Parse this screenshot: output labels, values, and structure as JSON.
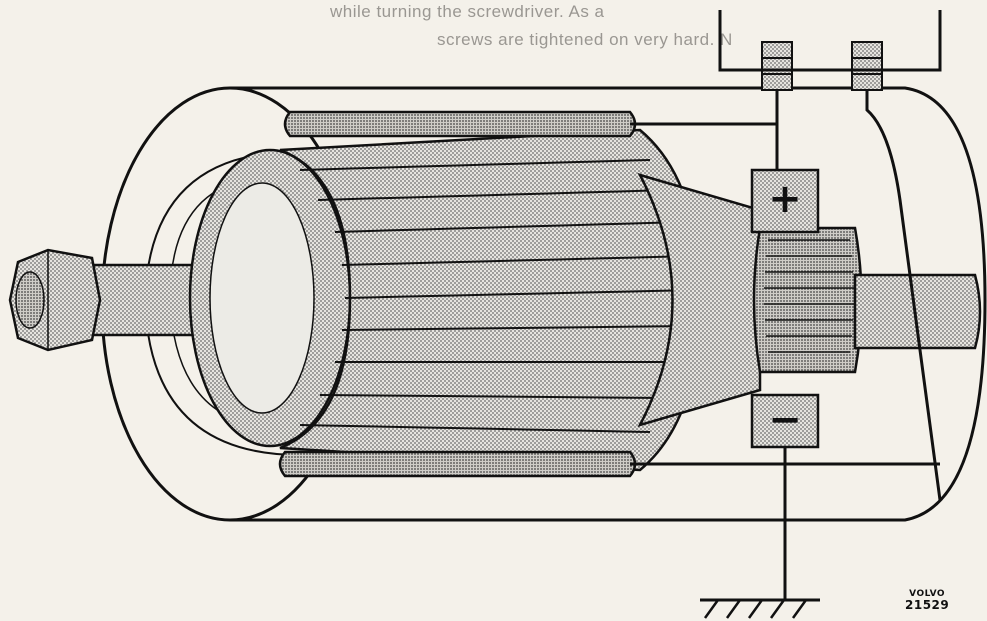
{
  "page": {
    "bleed_through_lines": [
      "while turning the screwdriver. As a",
      "screws are tightened on very hard. N"
    ]
  },
  "diagram": {
    "terminal_plus_symbol": "+",
    "terminal_minus_symbol": "−",
    "ground_symbol_name": "ground-hatch-symbol"
  },
  "reference": {
    "make": "VOLVO",
    "number": "21529"
  },
  "colors": {
    "paper": "#f4f1ea",
    "ink": "#111111",
    "shade": "#bdbdbd"
  }
}
